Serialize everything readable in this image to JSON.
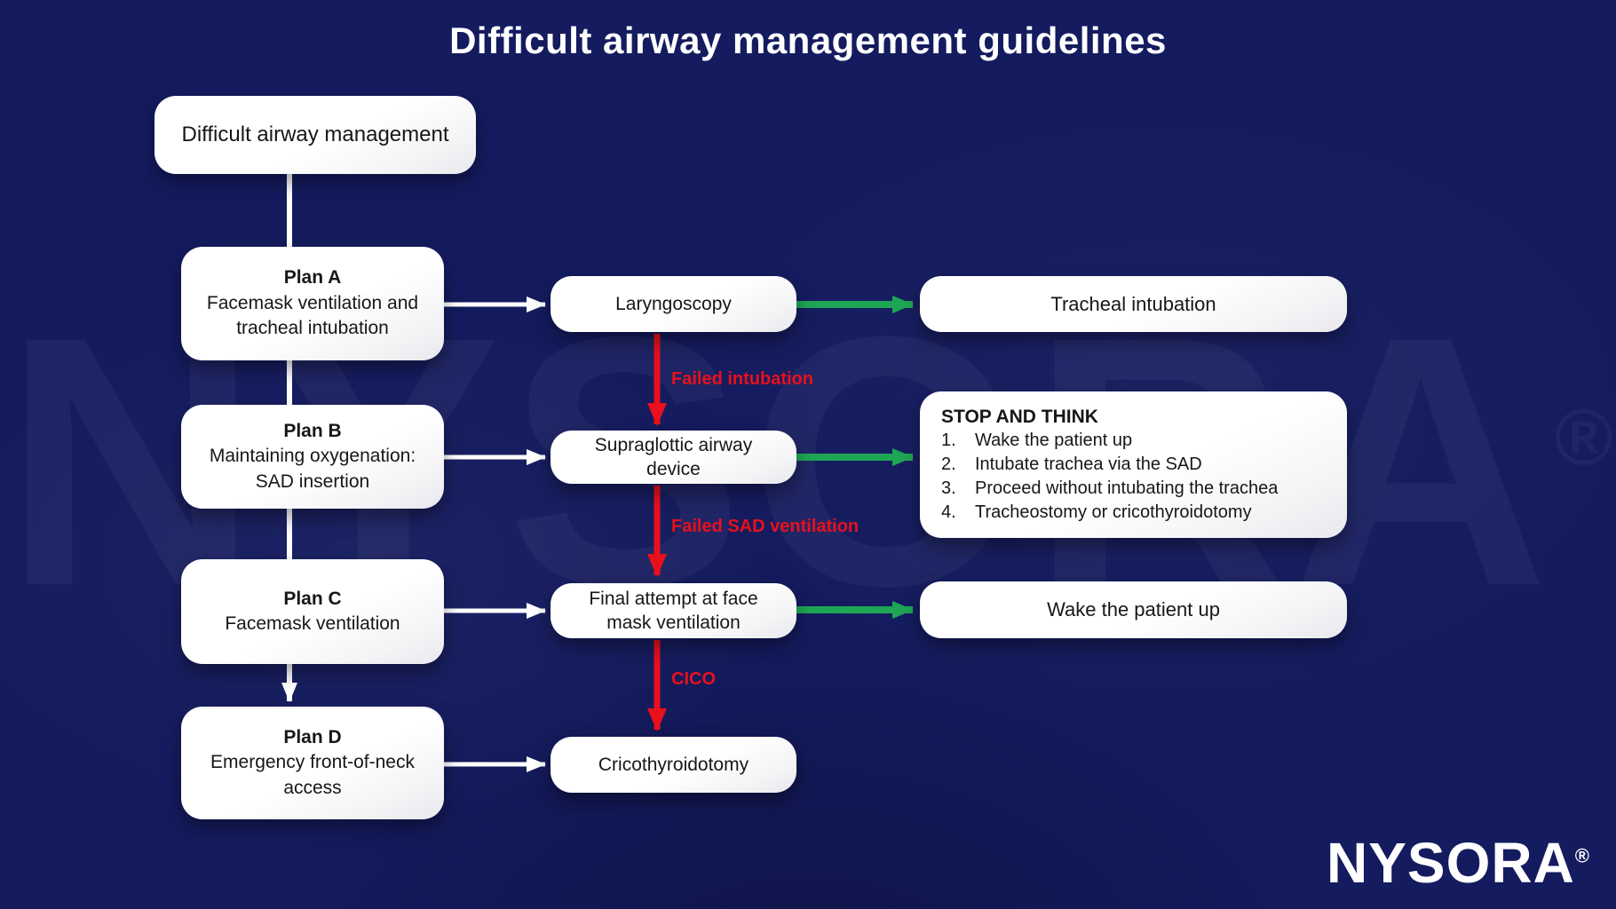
{
  "page": {
    "title": "Difficult airway management guidelines"
  },
  "flow": {
    "root_label": "Difficult airway management",
    "plans": [
      {
        "title": "Plan A",
        "body": "Facemask ventilation and tracheal intubation"
      },
      {
        "title": "Plan B",
        "body": "Maintaining oxygenation: SAD insertion"
      },
      {
        "title": "Plan C",
        "body": "Facemask ventilation"
      },
      {
        "title": "Plan D",
        "body": "Emergency front-of-neck access"
      }
    ],
    "steps": [
      "Laryngoscopy",
      "Supraglottic airway device",
      "Final attempt at face mask ventilation",
      "Cricothyroidotomy"
    ],
    "outcomes": [
      "Tracheal intubation",
      "Wake the patient up"
    ],
    "stop": {
      "title": "STOP AND THINK",
      "items": [
        {
          "num": "1.",
          "text": "Wake the patient up"
        },
        {
          "num": "2.",
          "text": "Intubate trachea via the SAD"
        },
        {
          "num": "3.",
          "text": "Proceed without intubating the trachea"
        },
        {
          "num": "4.",
          "text": "Tracheostomy or cricothyroidotomy"
        }
      ]
    },
    "fail_labels": [
      "Failed intubation",
      "Failed SAD ventilation",
      "CICO"
    ]
  },
  "branding": {
    "logo_text": "NYSORA",
    "registered_mark": "®",
    "watermark_text": "NYSORA"
  },
  "colors": {
    "background": "#141b5e",
    "box_fill": "#ffffff",
    "text_dark": "#17171a",
    "arrow_white": "#ffffff",
    "arrow_green": "#1fa654",
    "arrow_red": "#e8101c"
  }
}
